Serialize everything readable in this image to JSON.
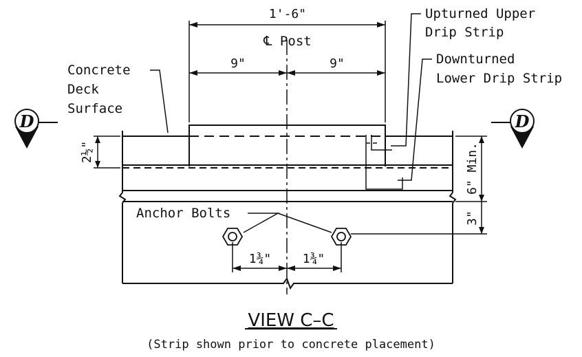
{
  "dimensions": {
    "overall": "1'-6\"",
    "half_left": "9\"",
    "half_right": "9\"",
    "deck_thickness": "2½\"",
    "min_depth": "6\" Min.",
    "bolt_edge": "3\"",
    "bolt_spacing_left": "1¾\"",
    "bolt_spacing_right": "1¾\""
  },
  "labels": {
    "centerline_post": "℄ Post",
    "concrete_deck_line1": "Concrete",
    "concrete_deck_line2": "Deck",
    "concrete_deck_line3": "Surface",
    "upturned_line1": "Upturned Upper",
    "upturned_line2": "Drip Strip",
    "downturned_line1": "Downturned",
    "downturned_line2": "Lower Drip Strip",
    "anchor_bolts": "Anchor Bolts"
  },
  "section_markers": {
    "left": "D",
    "right": "D"
  },
  "view": {
    "title": "VIEW C–C",
    "note": "(Strip shown prior to concrete placement)"
  }
}
